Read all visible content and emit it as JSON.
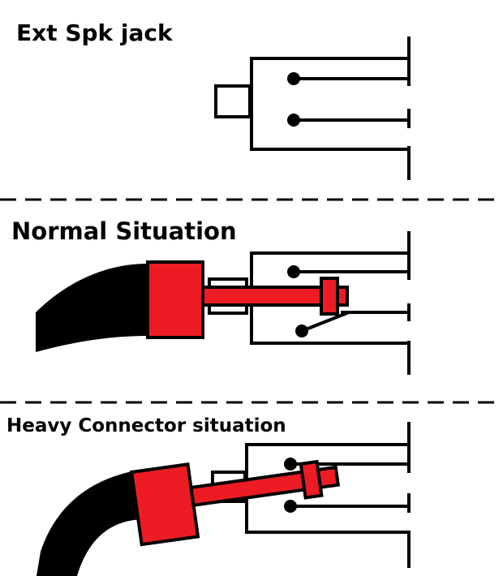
{
  "sections": [
    {
      "title": "Ext Spk jack"
    },
    {
      "title": "Normal Situation"
    },
    {
      "title": "Heavy Connector situation"
    }
  ],
  "colors": {
    "line": "#000000",
    "plug": "#ed1c24",
    "cable": "#000000",
    "background": "#ffffff"
  }
}
